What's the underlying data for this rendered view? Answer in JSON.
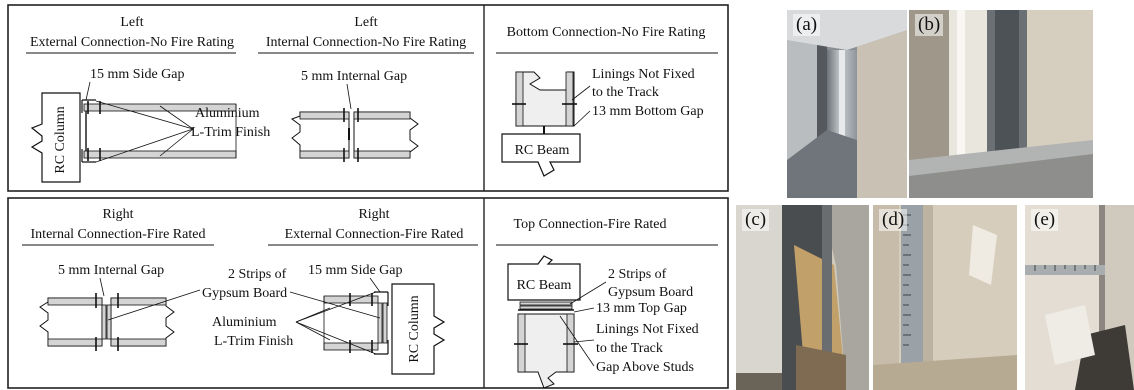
{
  "panels": {
    "left_external": {
      "title_line1": "Left",
      "title_line2": "External Connection-No Fire Rating",
      "side_gap": "15 mm Side Gap",
      "column": "RC Column",
      "trim_line1": "Aluminium",
      "trim_line2": "L-Trim Finish"
    },
    "left_internal": {
      "title_line1": "Left",
      "title_line2": "Internal Connection-No Fire Rating",
      "internal_gap": "5 mm Internal Gap"
    },
    "bottom": {
      "title": "Bottom Connection-No Fire Rating",
      "linings_line1": "Linings Not Fixed",
      "linings_line2": "to the Track",
      "bottom_gap": "13 mm Bottom Gap",
      "beam": "RC Beam"
    },
    "right_internal": {
      "title_line1": "Right",
      "title_line2": "Internal Connection-Fire Rated",
      "internal_gap": "5 mm Internal Gap",
      "strips_line1": "2 Strips of",
      "strips_line2": "Gypsum Board",
      "trim_line1": "Aluminium",
      "trim_line2": "L-Trim Finish"
    },
    "right_external": {
      "title_line1": "Right",
      "title_line2": "External Connection-Fire Rated",
      "side_gap": "15 mm Side Gap",
      "column": "RC Column"
    },
    "top": {
      "title": "Top Connection-Fire Rated",
      "beam": "RC Beam",
      "strips_line1": "2 Strips of",
      "strips_line2": "Gypsum Board",
      "top_gap": "13 mm Top Gap",
      "linings_line1": "Linings Not Fixed",
      "linings_line2": "to the Track",
      "studs_gap": "Gap Above Studs"
    }
  },
  "photos": {
    "a": "(a)",
    "b": "(b)",
    "c": "(c)",
    "d": "(d)",
    "e": "(e)"
  },
  "colors": {
    "board": "#d4d4d4",
    "line": "#111111",
    "frame": "#222222"
  }
}
